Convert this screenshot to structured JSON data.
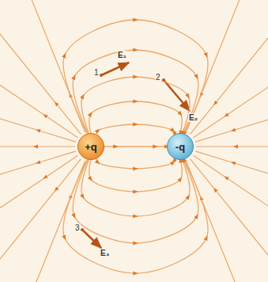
{
  "diagram": {
    "nodes": [
      {
        "text": [
          "+q"
        ]
      },
      {
        "text": [
          "-q"
        ]
      }
    ],
    "edges": [
      {
        "from": 0,
        "to": 1,
        "arrow": "to"
      },
      {
        "from": 0,
        "to": 1,
        "arrow": "to"
      },
      {
        "from": 0,
        "to": 1,
        "arrow": "to"
      },
      {
        "from": 0,
        "to": 1,
        "arrow": "to"
      },
      {
        "from": 0,
        "to": 1,
        "arrow": "to"
      },
      {
        "from": 0,
        "to": 1,
        "arrow": "to"
      },
      {
        "from": 0,
        "to": 1,
        "arrow": "to"
      },
      {
        "from": 0,
        "to": 1,
        "arrow": "to"
      },
      {
        "from": 0,
        "to": 1,
        "arrow": "to"
      },
      {
        "from": 0,
        "to": 1,
        "arrow": "to"
      },
      {
        "from": 0,
        "to": 1,
        "arrow": "to"
      }
    ],
    "labels": [
      "1",
      "E₁",
      "2",
      "E₂",
      "3",
      "E₃"
    ]
  }
}
